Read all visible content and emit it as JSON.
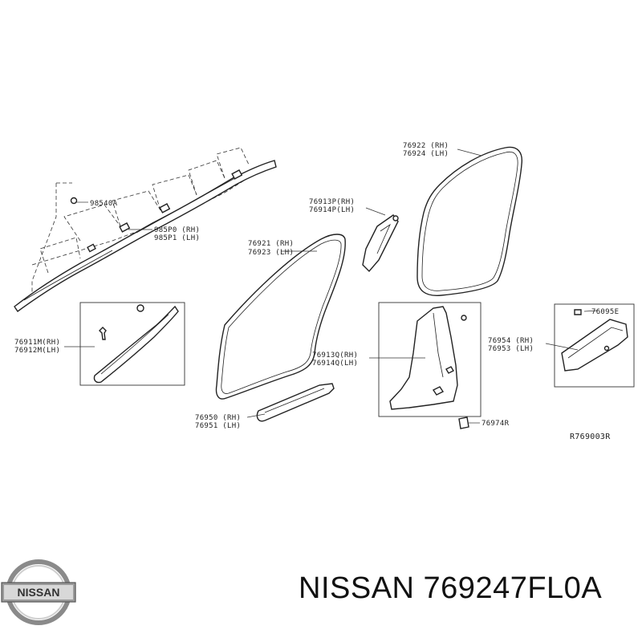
{
  "labels": {
    "airbag_clip": "98540A",
    "airbag_rh": "985P0 (RH)",
    "airbag_lh": "985P1 (LH)",
    "pillar_garnish_rh": "76911M(RH)",
    "pillar_garnish_lh": "76912M(LH)",
    "front_weatherstrip_rh": "76921 (RH)",
    "front_weatherstrip_lh": "76923 (LH)",
    "center_pillar_upper_rh": "76913P(RH)",
    "center_pillar_upper_lh": "76914P(LH)",
    "rear_weatherstrip_rh": "76922 (RH)",
    "rear_weatherstrip_lh": "76924 (LH)",
    "center_pillar_lower_rh": "76913Q(RH)",
    "center_pillar_lower_lh": "76914Q(LH)",
    "rear_clip": "76095E",
    "rear_kicking_rh": "76954 (RH)",
    "rear_kicking_lh": "76953 (LH)",
    "front_kicking_rh": "76950 (RH)",
    "front_kicking_lh": "76951 (LH)",
    "clip_small": "76974R",
    "diagram_ref": "R769003R"
  },
  "brand": {
    "logo_text": "NISSAN",
    "title": "NISSAN 769247FL0A"
  }
}
